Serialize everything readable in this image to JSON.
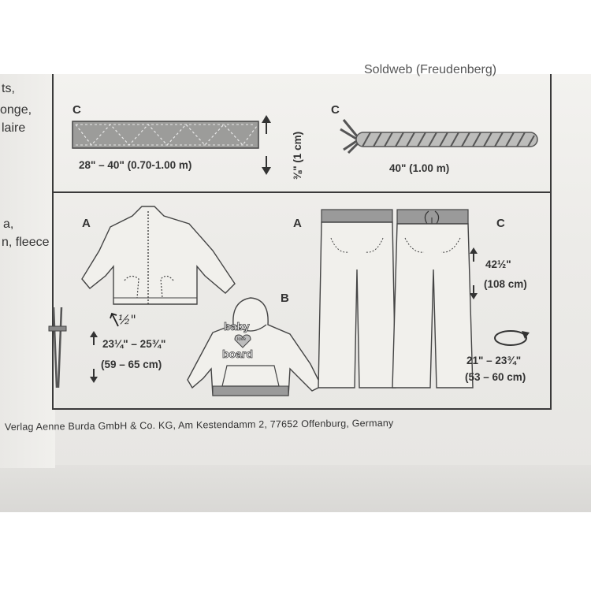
{
  "left_edge_text": [
    "ts,",
    "onge,",
    "laire",
    "a,",
    "n, fleece"
  ],
  "top_right_partial": "Soldweb (Freudenberg)",
  "section_top": {
    "interfacing": {
      "label": "C",
      "length": "28\" – 40\" (0.70-1.00 m)",
      "width": "⅜\" (1 cm)"
    },
    "cord": {
      "label": "C",
      "length": "40\" (1.00 m)"
    }
  },
  "section_bottom": {
    "jacket": {
      "label": "A",
      "handwritten_note": "½\"",
      "length": "23¼\" – 25¾\"",
      "length_metric": "(59 – 65 cm)"
    },
    "hoodie": {
      "label": "B",
      "print_line1": "baby",
      "print_heart": "love",
      "print_line2": "board"
    },
    "pants": {
      "label_left": "A",
      "label_right": "C",
      "inseam": "42½\"",
      "inseam_metric": "(108 cm)",
      "waist": "21\" – 23¾\"",
      "waist_metric": "(53 – 60 cm)"
    }
  },
  "footer": "Verlag Aenne Burda GmbH & Co. KG, Am Kestendamm 2, 77652 Offenburg, Germany",
  "colors": {
    "ink": "#333333",
    "paper": "#eeede9",
    "rib": "#9a9a9a"
  }
}
